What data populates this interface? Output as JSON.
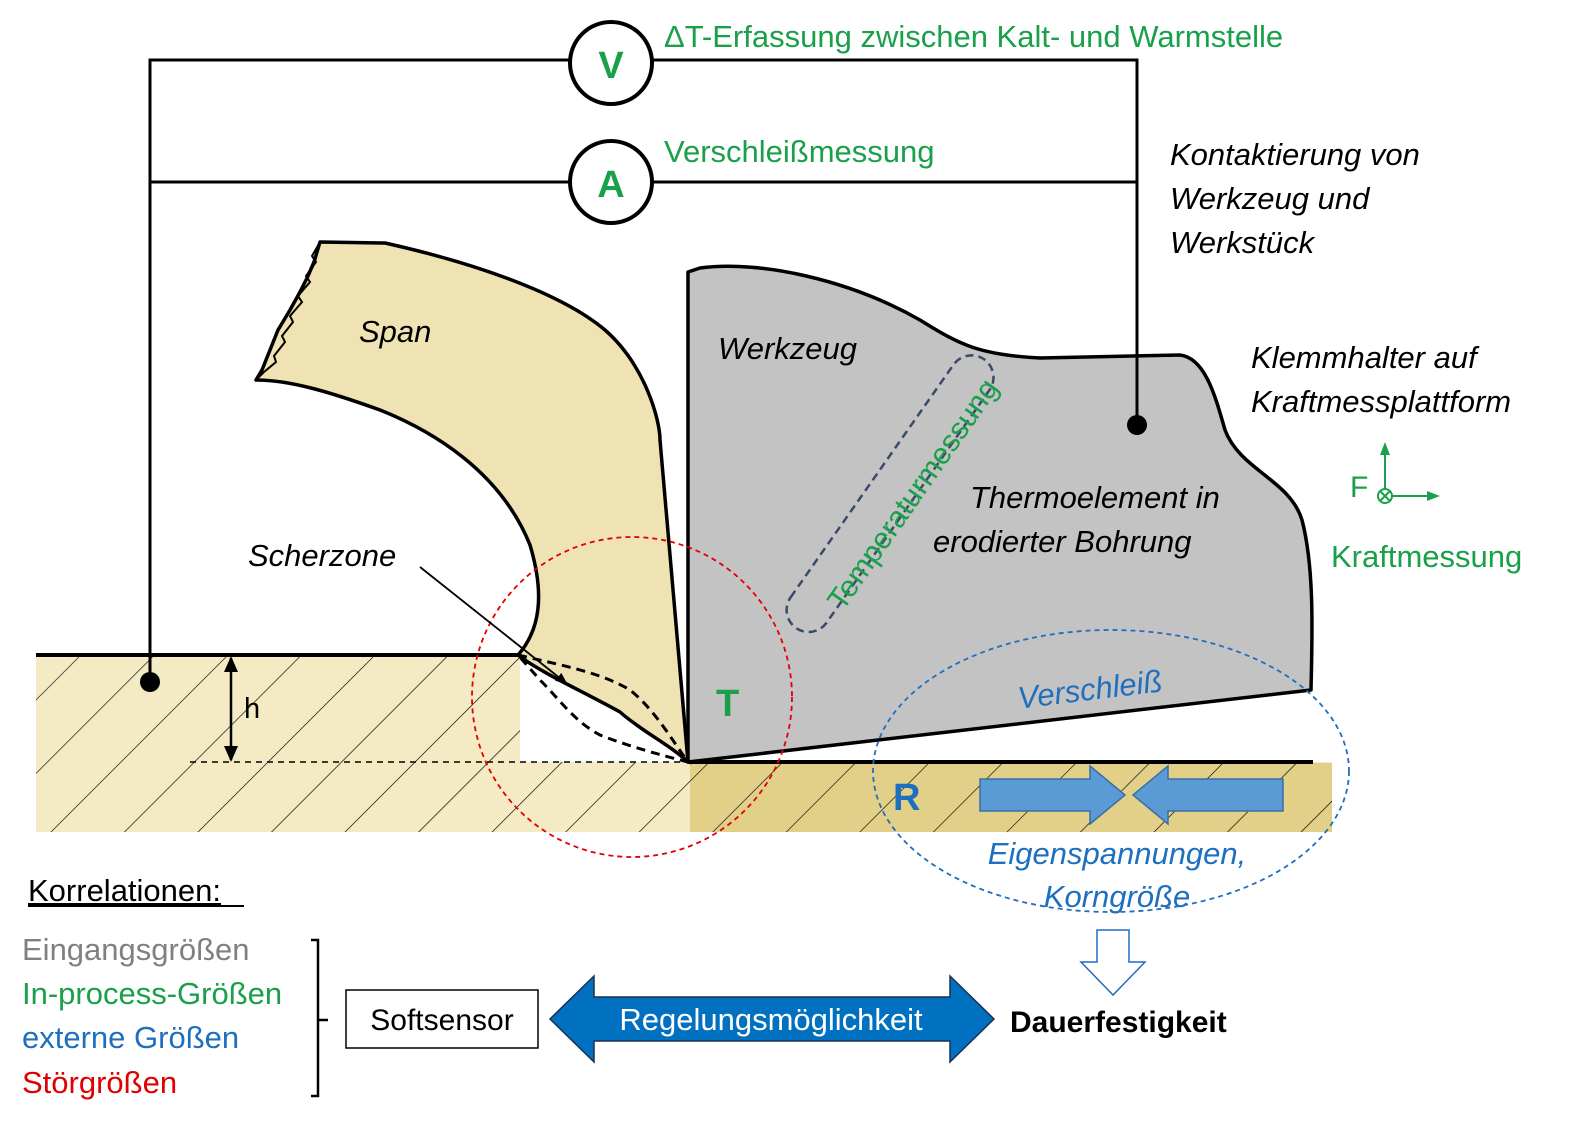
{
  "colors": {
    "green": "#1aa04a",
    "blue": "#1f6fbf",
    "red": "#e00000",
    "gray": "#808080",
    "black": "#000000",
    "chip_fill": "#efe3b3",
    "workpiece_fill": "#f4eac4",
    "subsurface_fill": "#e2d089",
    "tool_fill": "#c3c3c3",
    "arrow_fill": "#5b9bd5",
    "regel_fill": "#0070c0"
  },
  "meters": {
    "voltmeter": "V",
    "amperemeter": "A"
  },
  "labels": {
    "delta_t": "ΔT-Erfassung zwischen Kalt- und Warmstelle",
    "verschleissmessung": "Verschleißmessung",
    "kontaktierung": [
      "Kontaktierung von",
      "Werkzeug und",
      "Werkstück"
    ],
    "klemmhalter": [
      "Klemmhalter auf",
      "Kraftmessplattform"
    ],
    "force_symbol": "F",
    "kraftmessung": "Kraftmessung",
    "span": "Span",
    "werkzeug": "Werkzeug",
    "temperaturmessung": "Temperaturmessung",
    "thermoelement": [
      "Thermoelement in",
      "erodierter Bohrung"
    ],
    "scherzone": "Scherzone",
    "h": "h",
    "t": "T",
    "verschleiss": "Verschleiß",
    "r": "R",
    "eigenspannungen": [
      "Eigenspannungen,",
      "Korngröße"
    ]
  },
  "legend": {
    "title": "Korrelationen:",
    "items": [
      "Eingangsgrößen",
      "In-process-Größen",
      "externe Größen",
      "Störgrößen"
    ]
  },
  "softsensor": "Softsensor",
  "regelung": "Regelungsmöglichkeit",
  "dauerfestigkeit": "Dauerfestigkeit"
}
